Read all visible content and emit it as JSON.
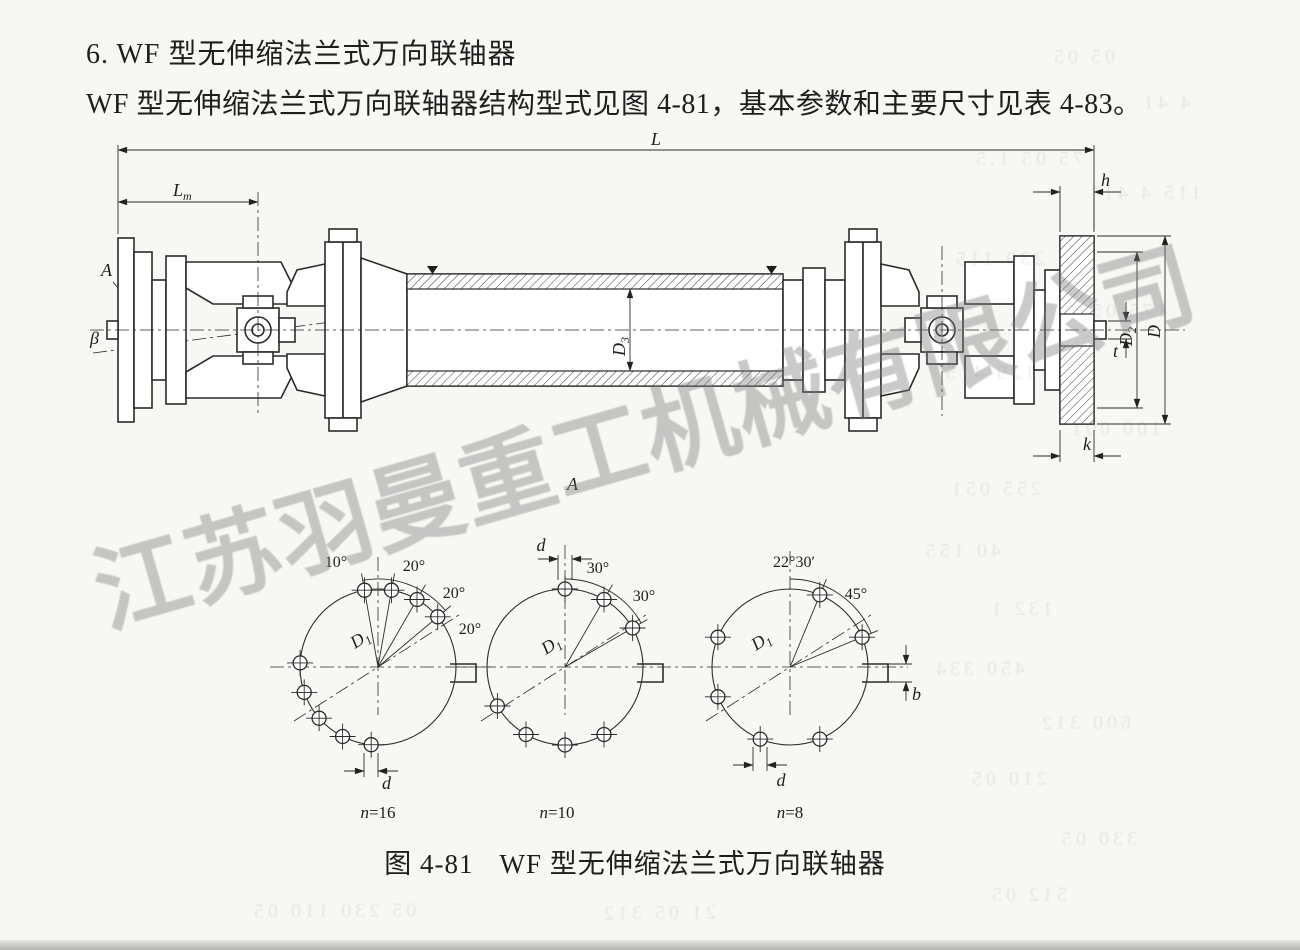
{
  "page": {
    "watermark": "江苏羽曼重工机械有限公司"
  },
  "text": {
    "heading": "6. WF 型无伸缩法兰式万向联轴器",
    "body": "WF 型无伸缩法兰式万向联轴器结构型式见图 4-81，基本参数和主要尺寸见表 4-83。",
    "caption_label": "图 4-81",
    "caption_title": "WF 型无伸缩法兰式万向联轴器"
  },
  "drawing": {
    "L": "L",
    "Lm_base": "L",
    "Lm_sub": "m",
    "h": "h",
    "beta": "β",
    "view_A": "A",
    "section_A": "A",
    "D3_base": "D",
    "D3_sub": "3",
    "D2_base": "D",
    "D2_sub": "2",
    "D": "D",
    "t": "t",
    "k": "k"
  },
  "diagrams": [
    {
      "a1": "10°",
      "a2": "20°",
      "a3": "20°",
      "a4": "20°",
      "d": "d",
      "D1_base": "D",
      "D1_sub": "1",
      "n": "n",
      "n_val": "=16"
    },
    {
      "a1": "30°",
      "a2": "30°",
      "d": "d",
      "D1_base": "D",
      "D1_sub": "1",
      "n": "n",
      "n_val": "=10"
    },
    {
      "a1": "22°30′",
      "a2": "45°",
      "d": "d",
      "b": "b",
      "D1_base": "D",
      "D1_sub": "1",
      "n": "n",
      "n_val": "=8"
    }
  ],
  "ghost": [
    "05 05",
    "4 41",
    "75 05 1.5",
    "115 4 41",
    "230 115",
    "175 05",
    "129 415",
    "100 001",
    "255 051",
    "40 155",
    "132 1",
    "450 334",
    "600 312",
    "210 05",
    "330 05",
    "512 05",
    "05 230 110 05",
    "21 05 312"
  ]
}
